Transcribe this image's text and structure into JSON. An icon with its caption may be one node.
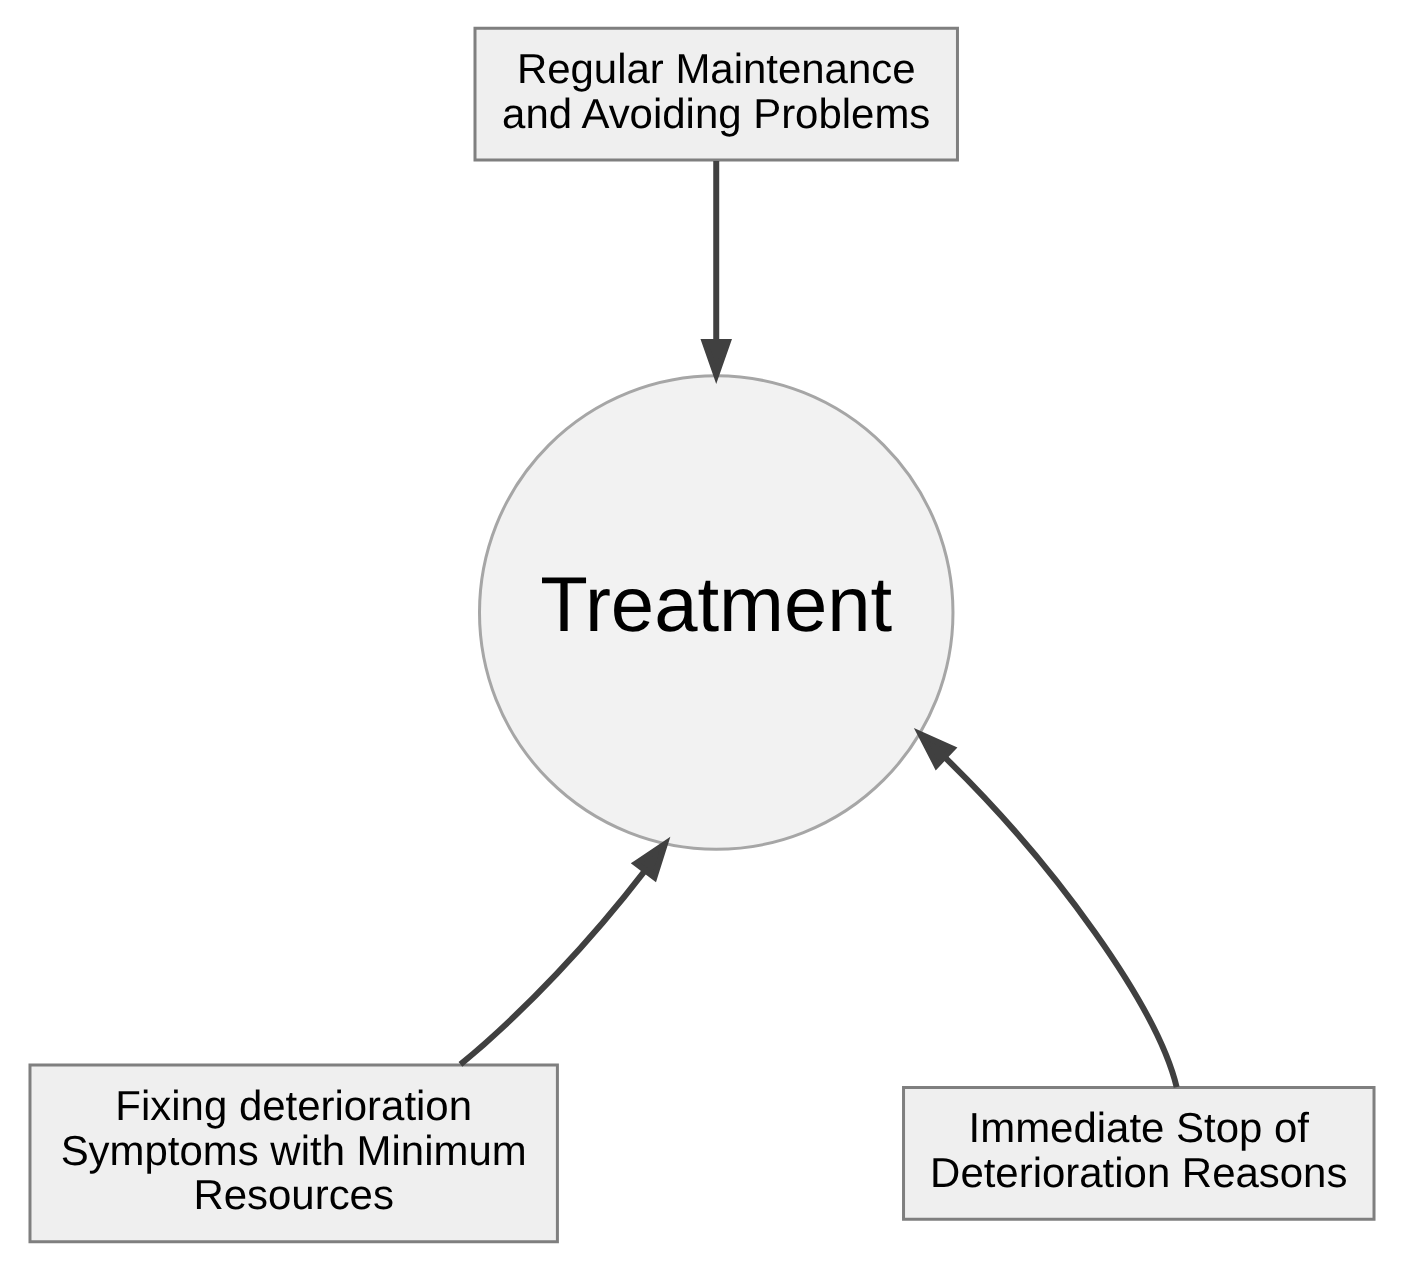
{
  "diagram": {
    "nodes": [
      {
        "text": [
          "Regular Maintenance and Avoiding Problems"
        ]
      },
      {
        "text": [
          "Treatment"
        ]
      },
      {
        "text": [
          "Fixing deterioration Symptoms with Minimum Resources"
        ]
      },
      {
        "text": [
          "Immediate Stop of Deterioration Reasons"
        ]
      }
    ],
    "edges": [
      {
        "from": 0,
        "to": 1,
        "arrow": "to"
      },
      {
        "from": 2,
        "to": 1,
        "arrow": "to"
      },
      {
        "from": 3,
        "to": 1,
        "arrow": "to"
      }
    ]
  }
}
